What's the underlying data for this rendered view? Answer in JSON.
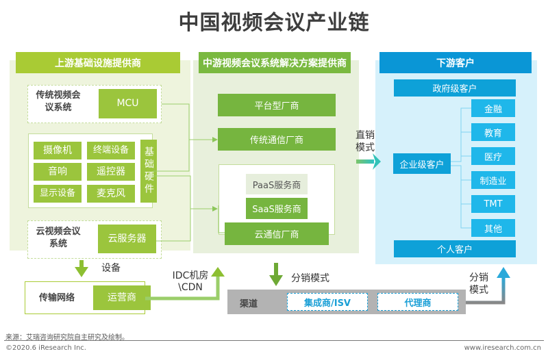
{
  "title": "中国视频会议产业链",
  "colors": {
    "upstream_green": "#a9cb34",
    "midstream_green": "#7ab940",
    "downstream_blue": "#0a96d6",
    "light_blue_box": "#1fb7ea",
    "channel_gray": "#b3b3b3"
  },
  "upstream": {
    "header": "上游基础设施提供商",
    "traditional_system": {
      "label": "传统视频会议系统",
      "box": "MCU"
    },
    "hardware": {
      "items": [
        "摄像机",
        "终端设备",
        "音响",
        "遥控器",
        "显示设备",
        "麦克风"
      ],
      "side_label": "基础硬件"
    },
    "cloud_system": {
      "label": "云视频会议系统",
      "box": "云服务器"
    },
    "equipment_label": "设备",
    "network": {
      "label": "传输网络",
      "box": "运营商"
    },
    "idc_label": "IDC机房\\CDN"
  },
  "midstream": {
    "header": "中游视频会议系统解决方案提供商",
    "platform": "平台型厂商",
    "telecom": "传统通信厂商",
    "paas": "PaaS服务商",
    "saas": "SaaS服务商",
    "cloud_comm": "云通信厂商"
  },
  "direct_sales_label": "直销模式",
  "downstream": {
    "header": "下游客户",
    "government": "政府级客户",
    "enterprise": "企业级客户",
    "industries": [
      "金融",
      "教育",
      "医疗",
      "制造业",
      "TMT",
      "其他"
    ],
    "individual": "个人客户"
  },
  "channel": {
    "distribution_label": "分销模式",
    "label": "渠道",
    "integrator": "集成商/ISV",
    "agent": "代理商",
    "distribution_label_right": "分销模式"
  },
  "footer": {
    "source": "来源：艾瑞咨询研究院自主研究及绘制。",
    "copyright": "©2020.6 iResearch Inc.",
    "url": "www.iresearch.com.cn"
  }
}
